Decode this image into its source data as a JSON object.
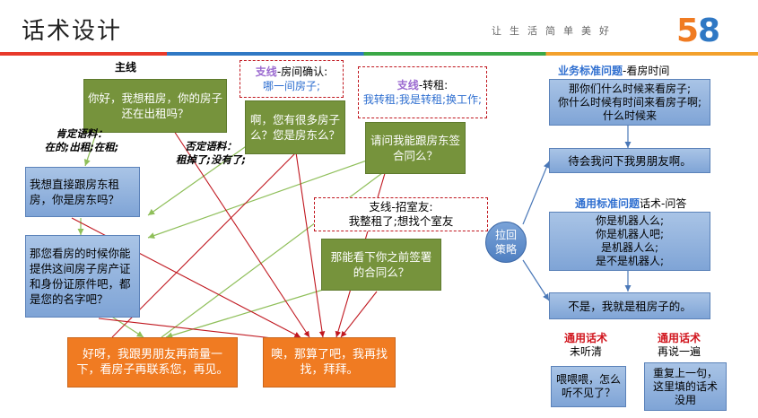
{
  "header": {
    "title": "话术设计",
    "slogan": "让生活简单美好",
    "logo_text": "58"
  },
  "main_line": {
    "label": "主线",
    "q1": "你好，我想租房，你的房子还在出租吗？",
    "affirm_label": "肯定语料：\n在的;出租;在租;",
    "negate_label": "否定语料：\n租掉了;没有了;",
    "q2": "我想直接跟房东租房，你是房东吗？",
    "q3": "那您看房的时候你能提供这间房子房产证和身份证原件吧，都是您的名字吧？",
    "end1": "好呀，我跟男朋友再商量一下，看房子再联系您，再见。",
    "end2": "噢，那算了吧，我再找找，拜拜。"
  },
  "branch_room": {
    "tag": "支线",
    "title_rest": "-房间确认:",
    "example": "哪一间房子;",
    "reply": "啊，您有很多房子么？您是房东么？"
  },
  "branch_sublet": {
    "tag": "支线",
    "title_rest": "-转租:",
    "example": "我转租;我是转租;换工作;",
    "reply": "请问我能跟房东签合同么？"
  },
  "branch_roommate": {
    "title": "支线-招室友:",
    "example": "我整租了;想找个室友",
    "reply": "那能看下你之前签署的合同么？"
  },
  "pull_back": "拉回\n策略",
  "biz_standard": {
    "tag": "业务标准问题",
    "title_rest": "-看房时间",
    "question": "那你们什么时候来看房子;\n你什么时候有时间来看房子啊;\n什么时候来",
    "answer": "待会我问下我男朋友啊。"
  },
  "general_standard": {
    "tag": "通用标准问题",
    "title_rest": "话术-问答",
    "question": "你是机器人么;\n你是机器人吧;\n是机器人么;\n是不是机器人;",
    "answer": "不是，我就是租房子的。"
  },
  "general_unclear": {
    "tag": "通用话术",
    "title_rest": "未听清",
    "reply": "喂喂喂，怎么听不见了？"
  },
  "general_repeat": {
    "tag": "通用话术",
    "title_rest": "再说一遍",
    "reply": "重复上一句，这里填的话术没用"
  },
  "colors": {
    "green": "#76933c",
    "blue": "#8fb0dc",
    "orange": "#f07b22",
    "red": "#d1171f",
    "purple": "#9b6ad0"
  }
}
